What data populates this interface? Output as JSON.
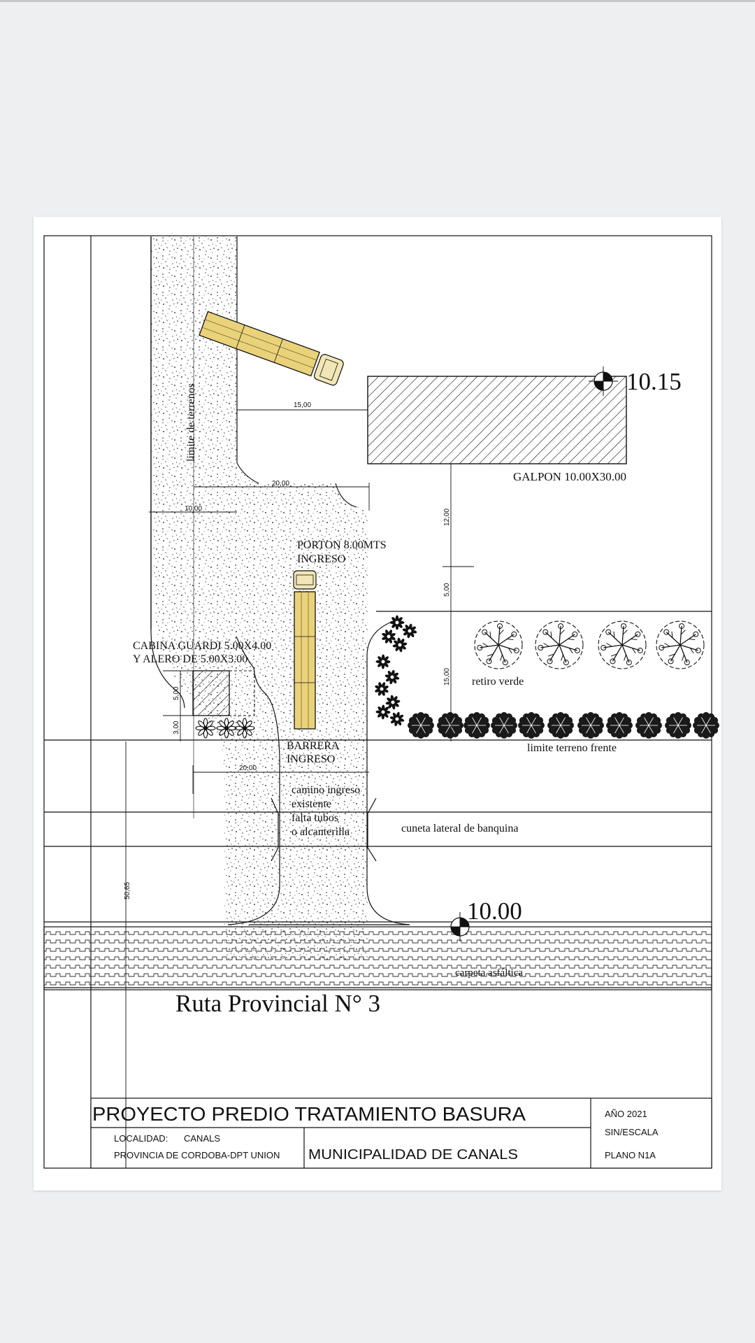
{
  "elevations": {
    "top": "10.15",
    "bottom": "10.00"
  },
  "labels": {
    "limite_terrenos": "limite de terrenos",
    "galpon": "GALPON 10.00X30.00",
    "porton_1": "PORTON 8.00MTS",
    "porton_2": "INGRESO",
    "cabina_1": "CABINA GUARDI 5.00X4.00",
    "cabina_2": "Y ALERO DE 5.00X3.00",
    "retiro": "retiro verde",
    "barrera_1": "BARRERA",
    "barrera_2": "INGRESO",
    "limite_frente": "limite terreno frente",
    "camino_1": "camino ingreso",
    "camino_2": "existente",
    "camino_3": "falta tubos",
    "camino_4": "o alcanterilla",
    "cuneta": "cuneta lateral de banquina",
    "carpeta": "carpeta asfáltica",
    "ruta": "Ruta Provincial N° 3"
  },
  "dimensions": {
    "d15_horiz": "15,00",
    "d20_top": "20,00",
    "d10": "10,00",
    "d12": "12,00",
    "d5_porton": "5,00",
    "d15_vert": "15,00",
    "d5_cabina": "5,00",
    "d3_cabina": "3,00",
    "d20_bottom": "20,00",
    "d50": "50,65"
  },
  "title_block": {
    "project": "PROYECTO  PREDIO  TRATAMIENTO  BASURA",
    "localidad_label": "LOCALIDAD:",
    "localidad_value": "CANALS",
    "provincia": "PROVINCIA DE CORDOBA-DPT UNION",
    "municipalidad": "MUNICIPALIDAD  DE  CANALS",
    "year": "AÑO 2021",
    "scale": "SIN/ESCALA",
    "plan_no": "PLANO N1A"
  }
}
